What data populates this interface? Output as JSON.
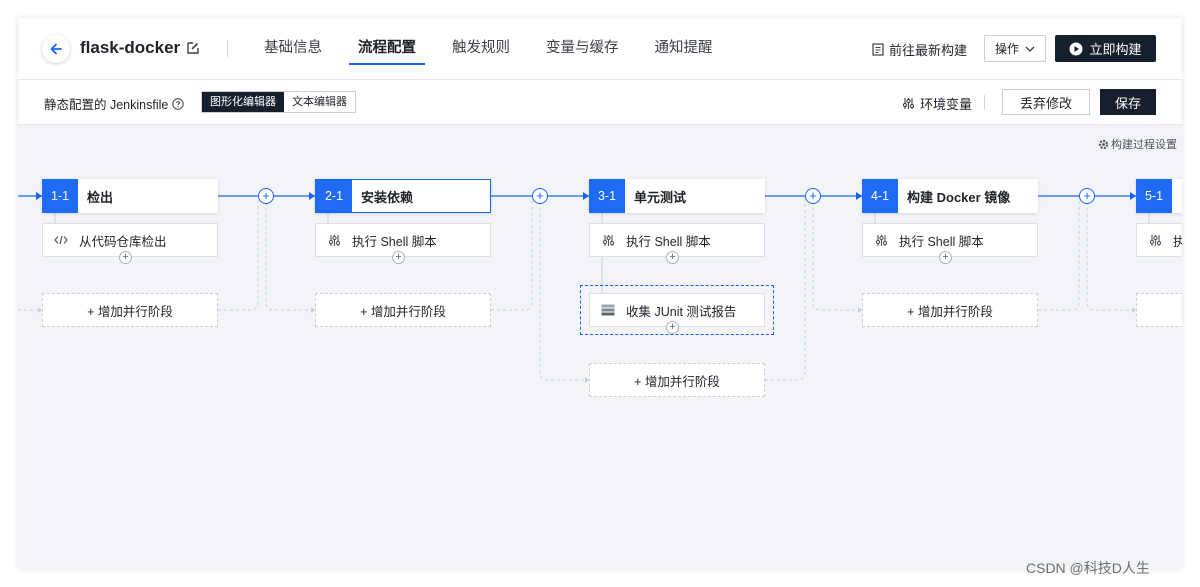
{
  "header": {
    "app_title": "flask-docker",
    "tabs": [
      {
        "label": "基础信息",
        "active": false
      },
      {
        "label": "流程配置",
        "active": true
      },
      {
        "label": "触发规则",
        "active": false
      },
      {
        "label": "变量与缓存",
        "active": false
      },
      {
        "label": "通知提醒",
        "active": false
      }
    ],
    "latest_build_link": "前往最新构建",
    "ops_label": "操作",
    "run_label": "立即构建"
  },
  "subbar": {
    "config_label": "静态配置的 Jenkinsfile",
    "editor_modes": [
      {
        "label": "图形化编辑器",
        "active": true
      },
      {
        "label": "文本编辑器",
        "active": false
      }
    ],
    "env_label": "环境变量",
    "discard_label": "丢弃修改",
    "save_label": "保存"
  },
  "canvas": {
    "settings_link": "构建过程设置",
    "add_parallel_label": "+ 增加并行阶段",
    "stages": [
      {
        "num": "1-1",
        "name": "检出",
        "steps": [
          {
            "icon": "code-icon",
            "label": "从代码仓库检出"
          }
        ]
      },
      {
        "num": "2-1",
        "name": "安装依赖",
        "selected": true,
        "steps": [
          {
            "icon": "sliders-icon",
            "label": "执行 Shell 脚本"
          }
        ]
      },
      {
        "num": "3-1",
        "name": "单元测试",
        "steps": [
          {
            "icon": "sliders-icon",
            "label": "执行 Shell 脚本"
          },
          {
            "icon": "report-icon",
            "label": "收集 JUnit 测试报告"
          }
        ]
      },
      {
        "num": "4-1",
        "name": "构建 Docker 镜像",
        "steps": [
          {
            "icon": "sliders-icon",
            "label": "执行 Shell 脚本"
          }
        ]
      },
      {
        "num": "5-1",
        "name": "",
        "steps": [
          {
            "icon": "sliders-icon",
            "label": "执"
          }
        ]
      }
    ]
  },
  "watermark": "CSDN @科技D人生",
  "colors": {
    "accent": "#1664ff",
    "stage_num_bg": "#1f6bf5",
    "dark_button": "#16202d",
    "canvas_bg": "#f3f4f8"
  }
}
